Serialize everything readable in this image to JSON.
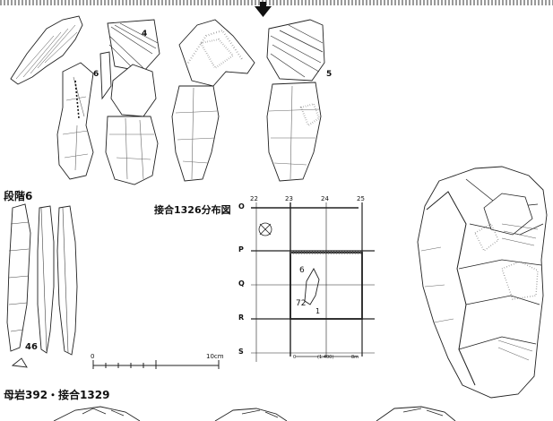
{
  "figure": {
    "upper_refit_numbers": [
      "4",
      "6",
      "5"
    ],
    "stage_label": "段階6",
    "tool_number": "46",
    "distribution_title": "接合1326分布図",
    "grid_columns": [
      "22",
      "23",
      "24",
      "25"
    ],
    "grid_rows": [
      "O",
      "P",
      "Q",
      "R",
      "S"
    ],
    "grid_items": [
      "6",
      "72",
      "1"
    ],
    "grid_scale_labels": [
      "0",
      "(1:400)",
      "8m"
    ],
    "scale_labels": [
      "0",
      "10cm"
    ],
    "caption": "母岩392・接合1329"
  }
}
